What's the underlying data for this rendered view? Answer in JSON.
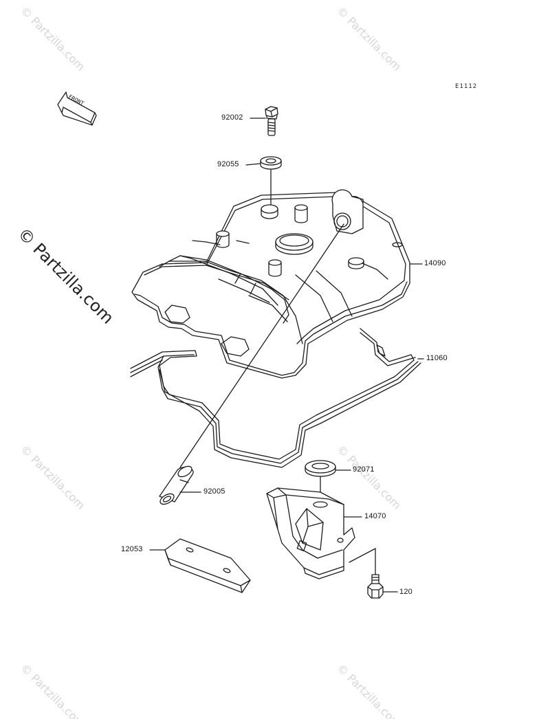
{
  "diagram": {
    "code": "E1112",
    "front_arrow_label": "FRONT"
  },
  "parts": [
    {
      "number": "92002"
    },
    {
      "number": "92055"
    },
    {
      "number": "14090"
    },
    {
      "number": "11060"
    },
    {
      "number": "92071"
    },
    {
      "number": "92005"
    },
    {
      "number": "14070"
    },
    {
      "number": "12053"
    },
    {
      "number": "120"
    }
  ],
  "watermark": {
    "main_text": "© Partzilla.com",
    "faint_text": "© Partzilla.com"
  },
  "colors": {
    "line": "#1a1a1a",
    "background": "#ffffff",
    "watermark_faint": "#d6d6d6"
  }
}
